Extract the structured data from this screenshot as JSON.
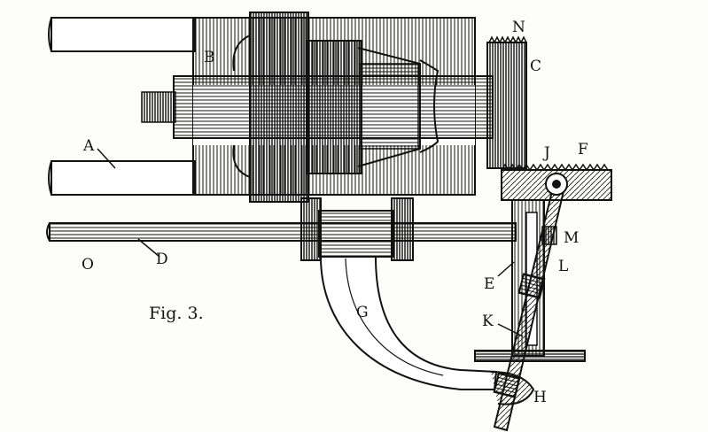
{
  "figure": {
    "caption": "Fig. 3.",
    "labels": {
      "A": "A",
      "B": "B",
      "C": "C",
      "D": "D",
      "E": "E",
      "F": "F",
      "G": "G",
      "H": "H",
      "J": "J",
      "K": "K",
      "L": "L",
      "M": "M",
      "N": "N",
      "O": "O"
    }
  },
  "colors": {
    "ink": "#111111",
    "paper": "#fdfdfb"
  }
}
